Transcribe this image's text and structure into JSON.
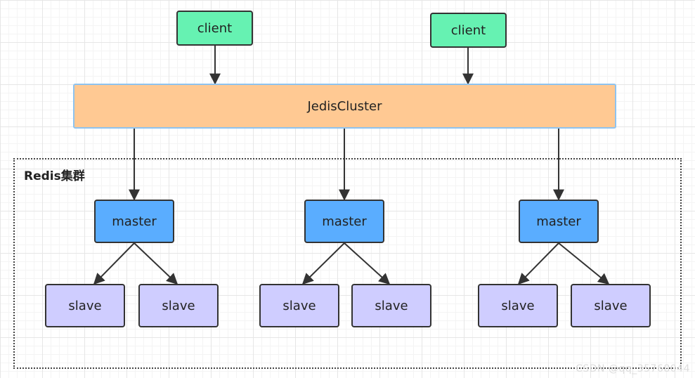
{
  "clients": [
    {
      "label": "client"
    },
    {
      "label": "client"
    }
  ],
  "jedis": {
    "label": "JedisCluster"
  },
  "cluster": {
    "label": "Redis集群"
  },
  "masters": [
    {
      "label": "master"
    },
    {
      "label": "master"
    },
    {
      "label": "master"
    }
  ],
  "slaves": [
    {
      "label": "slave"
    },
    {
      "label": "slave"
    },
    {
      "label": "slave"
    },
    {
      "label": "slave"
    },
    {
      "label": "slave"
    },
    {
      "label": "slave"
    }
  ],
  "watermark": "CSDN @qq_35768044",
  "colors": {
    "client": "#66f2b2",
    "jedis": "#ffc993",
    "master": "#5aadff",
    "slave": "#cfcdff",
    "edge": "#333333"
  }
}
